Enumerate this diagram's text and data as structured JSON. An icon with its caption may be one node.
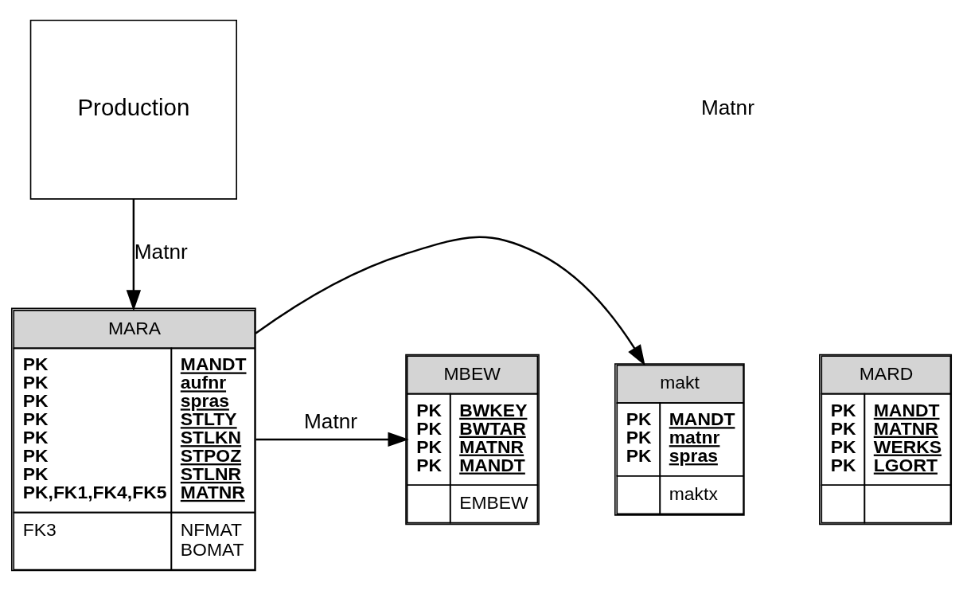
{
  "diagram": {
    "nodes": [
      {
        "text": [
          "Production"
        ]
      },
      {
        "text": [
          "MARA",
          "PK PK PK PK PK PK PK PK,FK1,FK4,FK5",
          "MANDT aufnr spras STLTY STLKN STPOZ STLNR MATNR",
          "FK3",
          "NFMAT BOMAT"
        ]
      },
      {
        "text": [
          "makt",
          "PK PK PK",
          "MANDT matnr spras",
          "maktx"
        ]
      },
      {
        "text": [
          "MBEW",
          "PK PK PK PK",
          "BWKEY BWTAR MATNR MANDT",
          "EMBEW"
        ]
      },
      {
        "text": [
          "MARD",
          "PK PK PK PK",
          "MANDT MATNR WERKS LGORT"
        ]
      }
    ],
    "edges": [
      {
        "from": 0,
        "to": 1,
        "arrow": "to",
        "label": "Matnr"
      },
      {
        "from": 1,
        "to": 2,
        "arrow": "to"
      },
      {
        "from": 1,
        "to": 3,
        "arrow": "to",
        "label": "Matnr"
      }
    ],
    "labels": [
      "Matnr"
    ]
  }
}
